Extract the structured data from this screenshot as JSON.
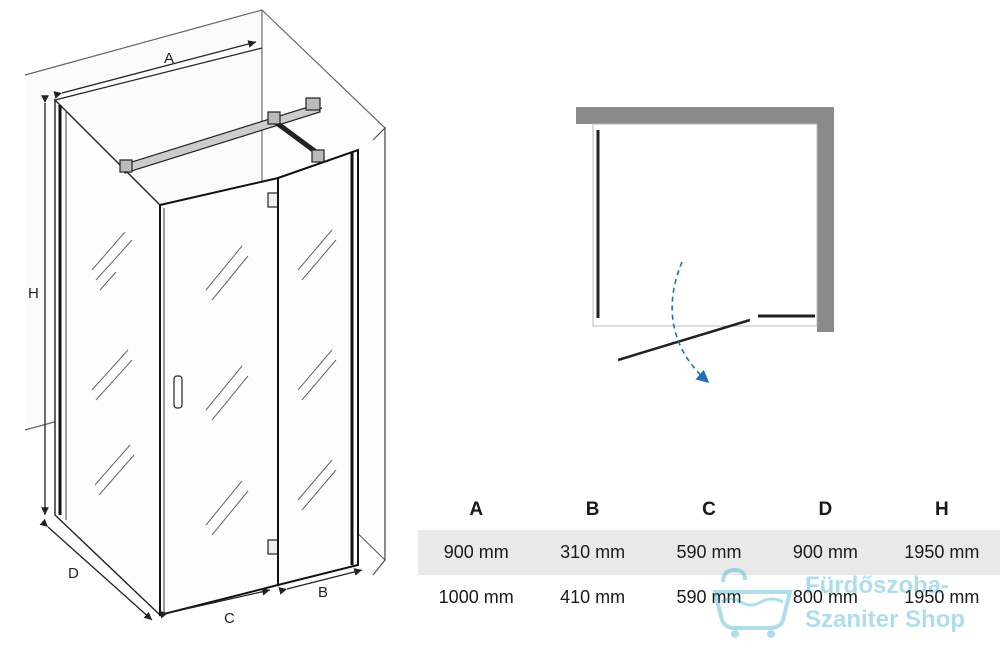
{
  "labels": {
    "a": "A",
    "b": "B",
    "c": "C",
    "d": "D",
    "h": "H"
  },
  "table": {
    "headers": [
      "A",
      "B",
      "C",
      "D",
      "H"
    ],
    "rows": [
      [
        "900 mm",
        "310 mm",
        "590 mm",
        "900 mm",
        "1950 mm"
      ],
      [
        "1000 mm",
        "410 mm",
        "590 mm",
        "800 mm",
        "1950 mm"
      ]
    ]
  },
  "watermark": {
    "line1": "Fürdőszoba-",
    "line2": "Szaniter Shop"
  },
  "colors": {
    "wall": "#8a8a8a",
    "arrow": "#1f6fb5",
    "row_shade": "#e9e9e9",
    "watermark": "#1aa0c8"
  }
}
